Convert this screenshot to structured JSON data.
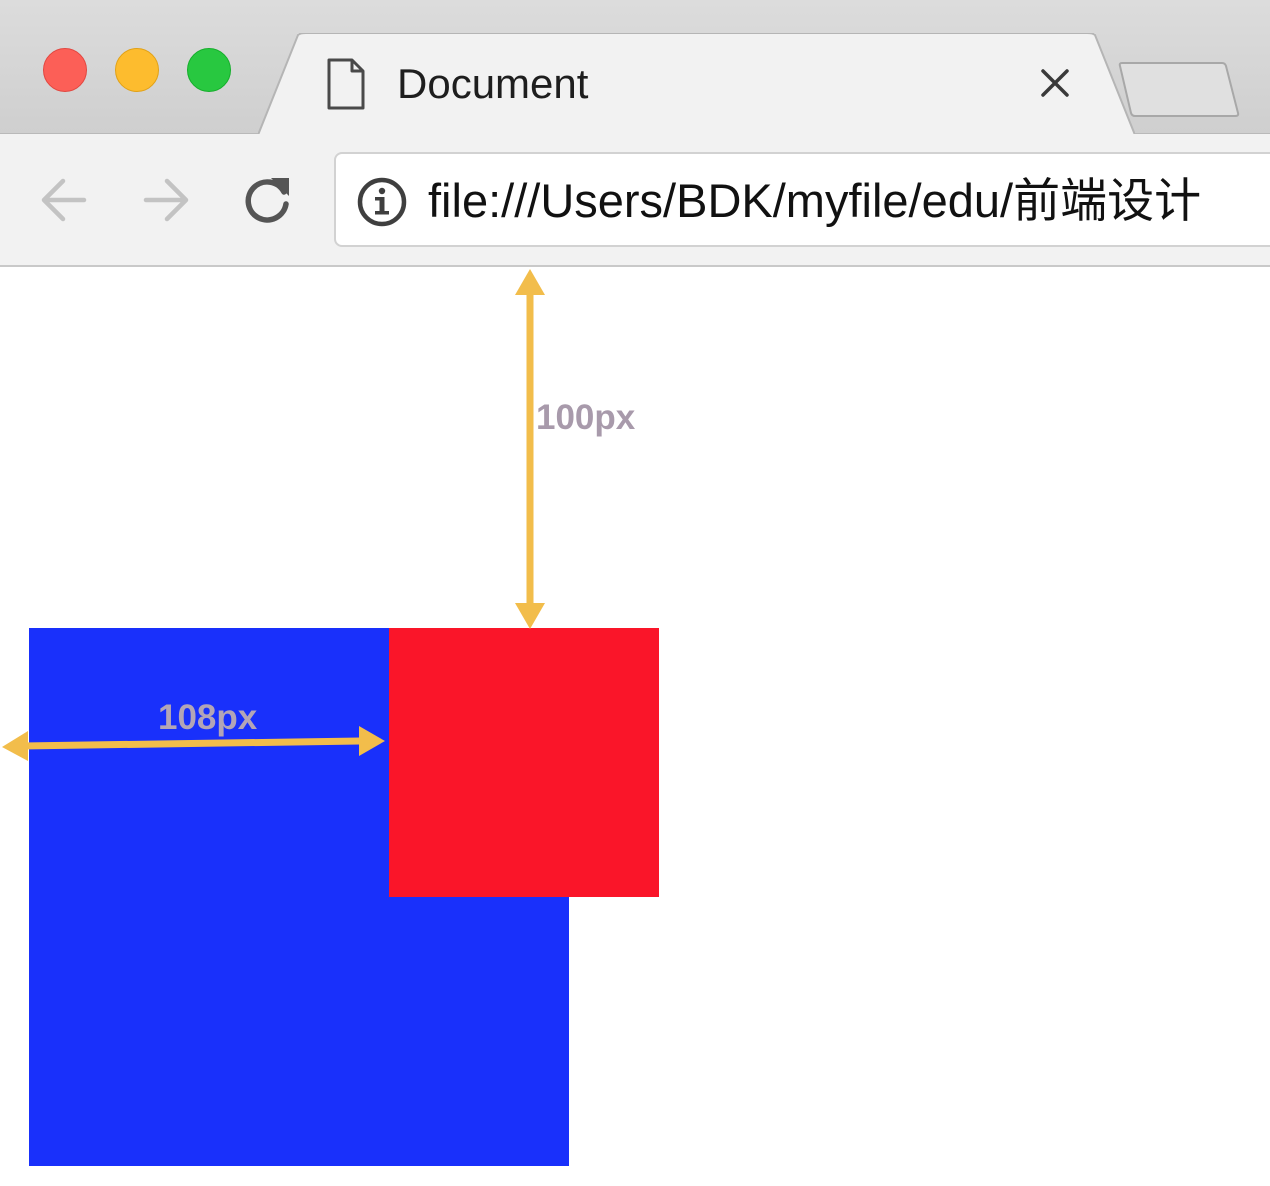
{
  "browser": {
    "tab": {
      "title": "Document"
    },
    "address_bar": {
      "url": "file:///Users/BDK/myfile/edu/前端设计"
    }
  },
  "annotations": {
    "vertical_distance_label": "100px",
    "horizontal_distance_label": "108px",
    "arrow_color": "#f2bd4b",
    "label_color_vertical": "#a89aab",
    "label_color_horizontal": "#b3a5b6"
  },
  "content": {
    "blue_box_color": "#1930fb",
    "red_box_color": "#fa1529"
  }
}
